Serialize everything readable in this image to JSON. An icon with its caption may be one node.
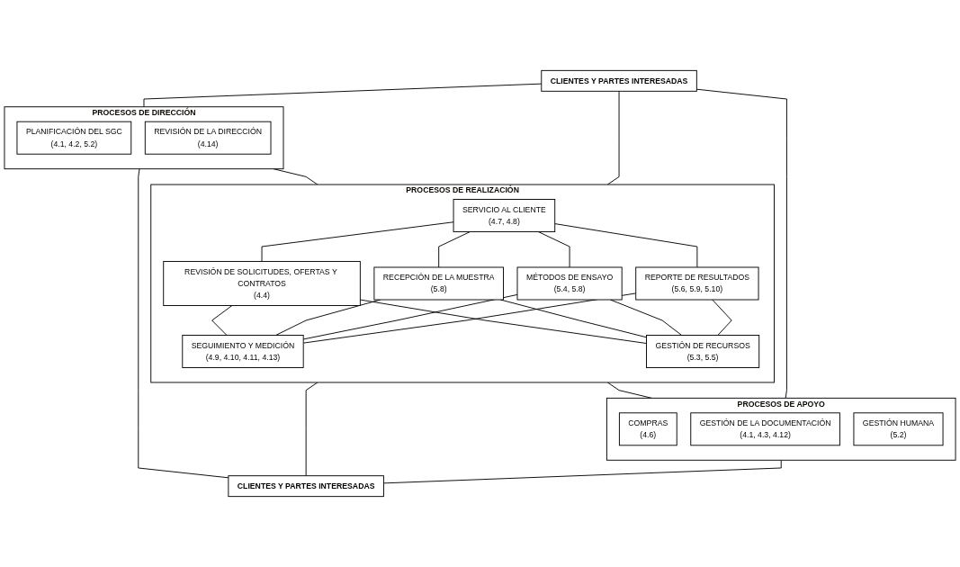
{
  "diagram": {
    "nodes": [
      {
        "text": [
          "CLIENTES Y PARTES INTERESADAS"
        ]
      },
      {
        "text": [
          "PROCESOS DE DIRECCIÓN"
        ]
      },
      {
        "text": [
          "PLANIFICACIÓN DEL SGC",
          "(4.1, 4.2, 5.2)"
        ],
        "in": 1
      },
      {
        "text": [
          "REVISIÓN DE LA DIRECCIÓN",
          "(4.14)"
        ],
        "in": 1
      },
      {
        "text": [
          "PROCESOS DE REALIZACIÓN"
        ]
      },
      {
        "text": [
          "SERVICIO AL CLIENTE",
          "(4.7, 4.8)"
        ],
        "in": 4
      },
      {
        "text": [
          "REVISIÓN DE SOLICITUDES, OFERTAS Y CONTRATOS",
          "(4.4)"
        ],
        "in": 4
      },
      {
        "text": [
          "RECEPCIÓN DE LA MUESTRA",
          "(5.8)"
        ],
        "in": 4
      },
      {
        "text": [
          "MÉTODOS DE ENSAYO",
          "(5.4, 5.8)"
        ],
        "in": 4
      },
      {
        "text": [
          "REPORTE DE RESULTADOS",
          "(5.6, 5.9, 5.10)"
        ],
        "in": 4
      },
      {
        "text": [
          "SEGUIMIENTO Y MEDICIÓN",
          "(4.9, 4.10, 4.11, 4.13)"
        ],
        "in": 4
      },
      {
        "text": [
          "GESTIÓN DE RECURSOS",
          "(5.3, 5.5)"
        ],
        "in": 4
      },
      {
        "text": [
          "PROCESOS DE APOYO"
        ]
      },
      {
        "text": [
          "COMPRAS",
          "(4.6)"
        ],
        "in": 12
      },
      {
        "text": [
          "GESTIÓN DE LA DOCUMENTACIÓN",
          "(4.1, 4.3, 4.12)"
        ],
        "in": 12
      },
      {
        "text": [
          "GESTIÓN HUMANA",
          "(5.2)"
        ],
        "in": 12
      },
      {
        "text": [
          "CLIENTES Y PARTES INTERESADAS"
        ]
      }
    ],
    "edges": [
      {
        "from": 0,
        "to": 1,
        "arrow": "none"
      },
      {
        "from": 0,
        "to": 4,
        "arrow": "none"
      },
      {
        "from": 0,
        "to": 12,
        "arrow": "none"
      },
      {
        "from": 1,
        "to": 16,
        "arrow": "none"
      },
      {
        "from": 4,
        "to": 16,
        "arrow": "none"
      },
      {
        "from": 12,
        "to": 16,
        "arrow": "none"
      },
      {
        "from": 1,
        "to": 4,
        "arrow": "none"
      },
      {
        "from": 4,
        "to": 12,
        "arrow": "none"
      },
      {
        "from": 5,
        "to": 6,
        "arrow": "none"
      },
      {
        "from": 5,
        "to": 7,
        "arrow": "none"
      },
      {
        "from": 5,
        "to": 8,
        "arrow": "none"
      },
      {
        "from": 5,
        "to": 9,
        "arrow": "none"
      },
      {
        "from": 6,
        "to": 10,
        "arrow": "none"
      },
      {
        "from": 7,
        "to": 10,
        "arrow": "none"
      },
      {
        "from": 8,
        "to": 10,
        "arrow": "none"
      },
      {
        "from": 9,
        "to": 10,
        "arrow": "none"
      },
      {
        "from": 6,
        "to": 11,
        "arrow": "none"
      },
      {
        "from": 7,
        "to": 11,
        "arrow": "none"
      },
      {
        "from": 8,
        "to": 11,
        "arrow": "none"
      },
      {
        "from": 9,
        "to": 11,
        "arrow": "none"
      }
    ]
  }
}
